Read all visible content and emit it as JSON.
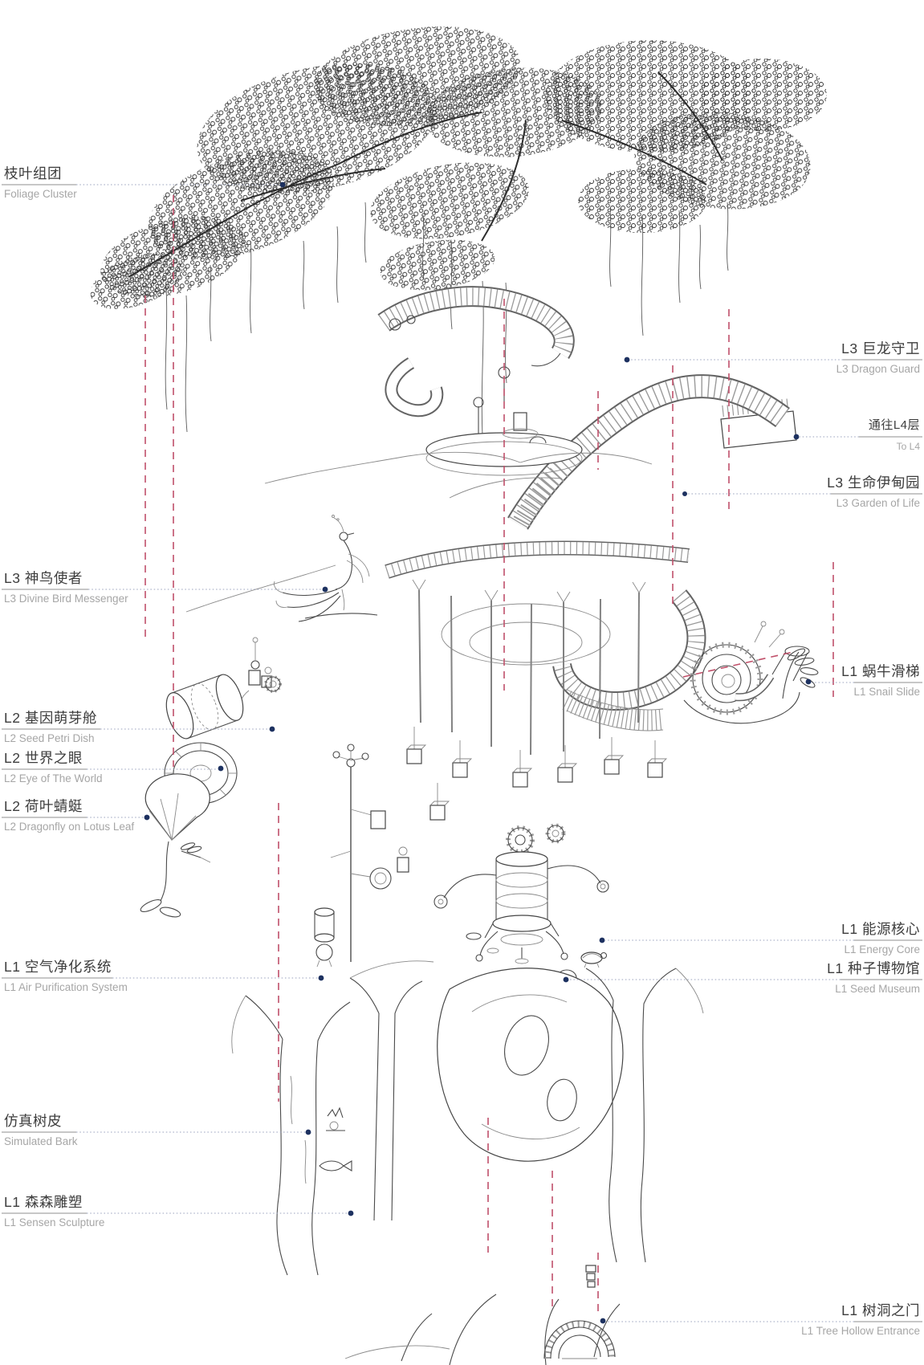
{
  "diagram": {
    "kind": "exploded-axonometric-treehouse",
    "colors": {
      "background": "#ffffff",
      "line_art": "#4a4a4a",
      "label_cn": "#3d3d3d",
      "label_en": "#a6a6a6",
      "leader_line": "#98a0bd",
      "marker_dot": "#1d3160",
      "projection_dash": "#c0506a"
    }
  },
  "callouts": [
    {
      "id": "foliage-cluster",
      "cn": "枝叶组团",
      "en": "Foliage Cluster",
      "side": "left"
    },
    {
      "id": "dragon-guard",
      "cn": "L3 巨龙守卫",
      "en": "L3 Dragon Guard",
      "side": "right"
    },
    {
      "id": "to-l4",
      "cn": "通往L4层",
      "en": "To L4",
      "side": "right"
    },
    {
      "id": "garden-of-life",
      "cn": "L3 生命伊甸园",
      "en": "L3 Garden of Life",
      "side": "right"
    },
    {
      "id": "divine-bird-messenger",
      "cn": "L3 神鸟使者",
      "en": "L3 Divine Bird Messenger",
      "side": "left"
    },
    {
      "id": "snail-slide",
      "cn": "L1 蜗牛滑梯",
      "en": "L1 Snail Slide",
      "side": "right"
    },
    {
      "id": "seed-petri-dish",
      "cn": "L2 基因萌芽舱",
      "en": "L2 Seed Petri Dish",
      "side": "left"
    },
    {
      "id": "eye-of-the-world",
      "cn": "L2 世界之眼",
      "en": "L2 Eye of The World",
      "side": "left"
    },
    {
      "id": "dragonfly-on-lotus",
      "cn": "L2 荷叶蜻蜓",
      "en": "L2 Dragonfly on Lotus Leaf",
      "side": "left"
    },
    {
      "id": "energy-core",
      "cn": "L1 能源核心",
      "en": "L1 Energy Core",
      "side": "right"
    },
    {
      "id": "air-purification",
      "cn": "L1 空气净化系统",
      "en": "L1 Air Purification System",
      "side": "left"
    },
    {
      "id": "seed-museum",
      "cn": "L1 种子博物馆",
      "en": "L1 Seed Museum",
      "side": "right"
    },
    {
      "id": "simulated-bark",
      "cn": "仿真树皮",
      "en": "Simulated Bark",
      "side": "left"
    },
    {
      "id": "sensen-sculpture",
      "cn": "L1 森森雕塑",
      "en": "L1 Sensen Sculpture",
      "side": "left"
    },
    {
      "id": "tree-hollow-entrance",
      "cn": "L1 树洞之门",
      "en": "L1 Tree Hollow Entrance",
      "side": "right"
    }
  ]
}
